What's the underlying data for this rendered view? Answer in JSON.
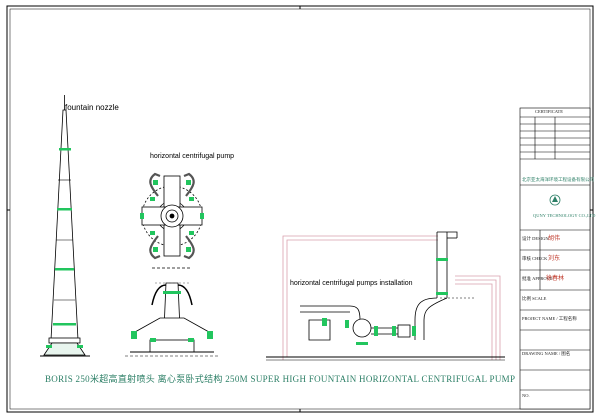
{
  "labels": {
    "fountain_nozzle": "fountain nozzle",
    "pump_top": "horizontal centrifugal pump",
    "pumps_installation": "horizontal centrifugal pumps installation"
  },
  "caption": "BORIS  250米超高直射喷头 离心泵卧式结构  250M SUPER HIGH FOUNTAIN   HORIZONTAL   CENTRIFUGAL PUMP",
  "title_block": {
    "header": "CERTIFICATE",
    "company_cn": "北京亚太海洋环境工程设备有限公司",
    "company_en": "QUNY TECHNOLOGY CO.,LTD",
    "designer_label": "设计 DESIGN",
    "designer_sign": "胡伟",
    "checker_label": "审核 CHECK",
    "checker_sign": "刘东",
    "approver_label": "批准 APPROVE",
    "approver_sign": "徐春林",
    "scale_label": "比例 SCALE",
    "project_label": "PROJECT NAME / 工程名称",
    "drawing_label": "DRAWING NAME / 图名",
    "drawing_no": "NO."
  },
  "colors": {
    "line": "#000000",
    "accent_green": "#2c7f66",
    "flange_green": "#22c55e",
    "pipe_pink": "#d9a0ad",
    "pipe_grey": "#555555"
  }
}
